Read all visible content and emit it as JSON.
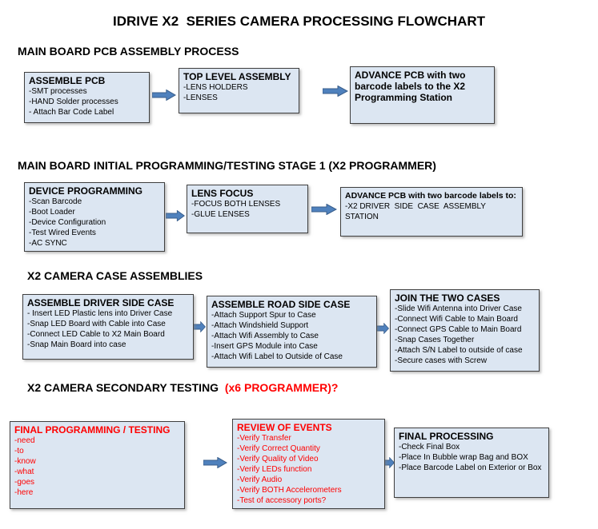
{
  "title": "IDRIVE X2  SERIES CAMERA PROCESSING FLOWCHART",
  "colors": {
    "box_fill": "#dce6f2",
    "box_border": "#3f3f3f",
    "arrow_fill": "#4f81bd",
    "arrow_stroke": "#385d8a",
    "accent_red": "#ff0000",
    "text": "#000000",
    "background": "#ffffff"
  },
  "icons": {
    "flow_arrow": "right-block-arrow"
  },
  "sections": [
    {
      "heading": "MAIN BOARD PCB ASSEMBLY PROCESS",
      "heading_red": "",
      "boxes": [
        {
          "title": "ASSEMBLE PCB",
          "items": [
            "-SMT processes",
            "-HAND Solder processes",
            "- Attach Bar Code Label"
          ]
        },
        {
          "title": "TOP LEVEL ASSEMBLY",
          "items": [
            "-LENS HOLDERS",
            "-LENSES"
          ]
        },
        {
          "title": "ADVANCE PCB with two barcode labels to the X2 Programming Station",
          "items": []
        }
      ]
    },
    {
      "heading": "MAIN BOARD INITIAL PROGRAMMING/TESTING STAGE 1 (X2 PROGRAMMER)",
      "heading_red": "",
      "boxes": [
        {
          "title": "DEVICE PROGRAMMING",
          "items": [
            "-Scan Barcode",
            "-Boot Loader",
            "-Device Configuration",
            "-Test Wired Events",
            "-AC SYNC"
          ]
        },
        {
          "title": "LENS FOCUS",
          "items": [
            "-FOCUS BOTH LENSES",
            "-GLUE LENSES"
          ]
        },
        {
          "title": "ADVANCE PCB with two barcode labels to:",
          "items": [
            "-X2 DRIVER  SIDE  CASE  ASSEMBLY STATION"
          ]
        }
      ]
    },
    {
      "heading": "X2 CAMERA CASE ASSEMBLIES",
      "heading_red": "",
      "boxes": [
        {
          "title": "ASSEMBLE DRIVER SIDE CASE",
          "items": [
            "- Insert LED Plastic lens into Driver Case",
            "-Snap LED Board with Cable into Case",
            "-Connect LED Cable to X2 Main Board",
            "-Snap Main Board into case"
          ]
        },
        {
          "title": "ASSEMBLE ROAD SIDE CASE",
          "items": [
            "-Attach Support Spur to Case",
            "-Attach Windshield Support",
            "-Attach Wifi Assembly to Case",
            "-Insert GPS Module into Case",
            "-Attach Wifi Label to Outside of Case"
          ]
        },
        {
          "title": "JOIN THE TWO CASES",
          "items": [
            "-Slide Wifi Antenna into Driver Case",
            "-Connect Wifi Cable to Main Board",
            "-Connect GPS Cable to Main Board",
            "-Snap Cases Together",
            "-Attach S/N Label to outside of case",
            "-Secure cases with Screw"
          ]
        }
      ]
    },
    {
      "heading": "X2 CAMERA SECONDARY TESTING ",
      "heading_red": " (x6 PROGRAMMER)?",
      "boxes": [
        {
          "title": "FINAL PROGRAMMING / TESTING",
          "red": true,
          "items": [
            "-need",
            "-to",
            "-know",
            "-what",
            "-goes",
            "-here"
          ]
        },
        {
          "title": "REVIEW OF EVENTS",
          "red": true,
          "items": [
            "-Verify Transfer",
            "-Verify Correct Quantity",
            "-Verify Quality of Video",
            "-Verify LEDs function",
            "-Verify Audio",
            "-Verify BOTH Accelerometers",
            "-Test of accessory ports?"
          ]
        },
        {
          "title": "FINAL PROCESSING",
          "red": false,
          "items": [
            "-Check Final Box",
            "-Place In Bubble wrap Bag and BOX",
            "-Place Barcode Label on Exterior or Box"
          ]
        }
      ]
    }
  ]
}
